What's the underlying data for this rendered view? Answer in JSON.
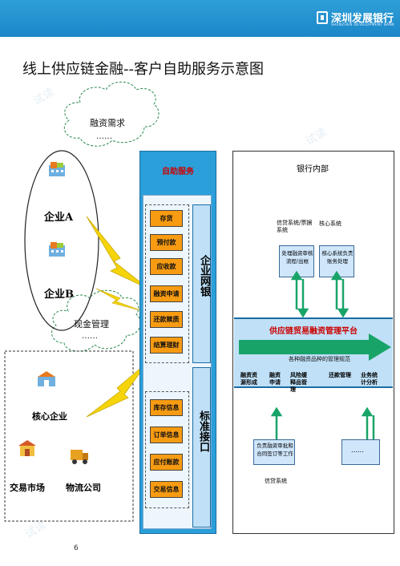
{
  "header": {
    "bank_name": "深圳发展银行",
    "bank_name_en": "SHENZHEN DEVELOPMENT BANK"
  },
  "title": "线上供应链金融--客户自助服务示意图",
  "left": {
    "cloud_top_label": "融资需求",
    "cloud_top_dots": "……",
    "enterprise_a": "企业A",
    "enterprise_b": "企业B",
    "cloud_bottom_label": "现金管理",
    "cloud_bottom_dots": "……",
    "core_enterprise": "核心企业",
    "trading_market": "交易市场",
    "logistics_company": "物流公司"
  },
  "self_service": {
    "header": "自助服务",
    "group1": [
      "存货",
      "预付款",
      "应收款",
      "融资申请",
      "还款赎质",
      "结算理财"
    ],
    "group1_side": "企业网银",
    "group2": [
      "库存信息",
      "订单信息",
      "应付账款",
      "交易信息"
    ],
    "group2_side": "标准接口"
  },
  "bank": {
    "title": "银行内部",
    "credit_system": "信贷系统/票据系统",
    "core_system": "核心系统",
    "credit_box": "处理融资审核流程/出帐",
    "core_box": "核心系统负责账务处理",
    "platform": "供应链贸易融资管理平台",
    "arrow_label": "各种融资品种的管理规范",
    "functions": [
      "融资资源形成",
      "融资申请",
      "风险缓释品管理",
      "还款管理",
      "业务统计分析"
    ],
    "bottom_box": "负责融资审批和合同签订等工作",
    "bottom_dots": "……",
    "bottom_label": "信贷系统"
  },
  "footer": {
    "page": "6"
  },
  "watermark": "试读",
  "colors": {
    "header_blue": "#1a86c8",
    "orange": "#f79b12",
    "panel_blue": "#2a9fd9",
    "light_blue": "#cfe6fb",
    "green_arrow": "#18a468",
    "lightning": "#f5d40a"
  }
}
